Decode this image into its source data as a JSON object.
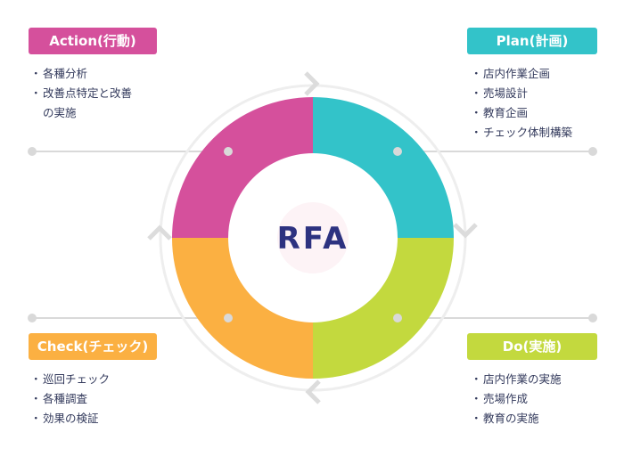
{
  "phases": {
    "action": {
      "title": "Action(行動)",
      "color": "#d5509c",
      "items": [
        "各種分析",
        "改善点特定と改善\nの実施"
      ]
    },
    "plan": {
      "title": "Plan(計画)",
      "color": "#33c3c9",
      "items": [
        "店内作業企画",
        "売場設計",
        "教育企画",
        "チェック体制構築"
      ]
    },
    "check": {
      "title": "Check(チェック)",
      "color": "#fbb042",
      "items": [
        "巡回チェック",
        "各種調査",
        "効果の検証"
      ]
    },
    "do": {
      "title": "Do(実施)",
      "color": "#c3d93e",
      "items": [
        "店内作業の実施",
        "売場作成",
        "教育の実施"
      ]
    }
  },
  "center": {
    "label": "RFA"
  },
  "arrow_icons": [
    "chevron-right-icon",
    "chevron-down-icon",
    "chevron-left-icon",
    "chevron-up-icon"
  ]
}
